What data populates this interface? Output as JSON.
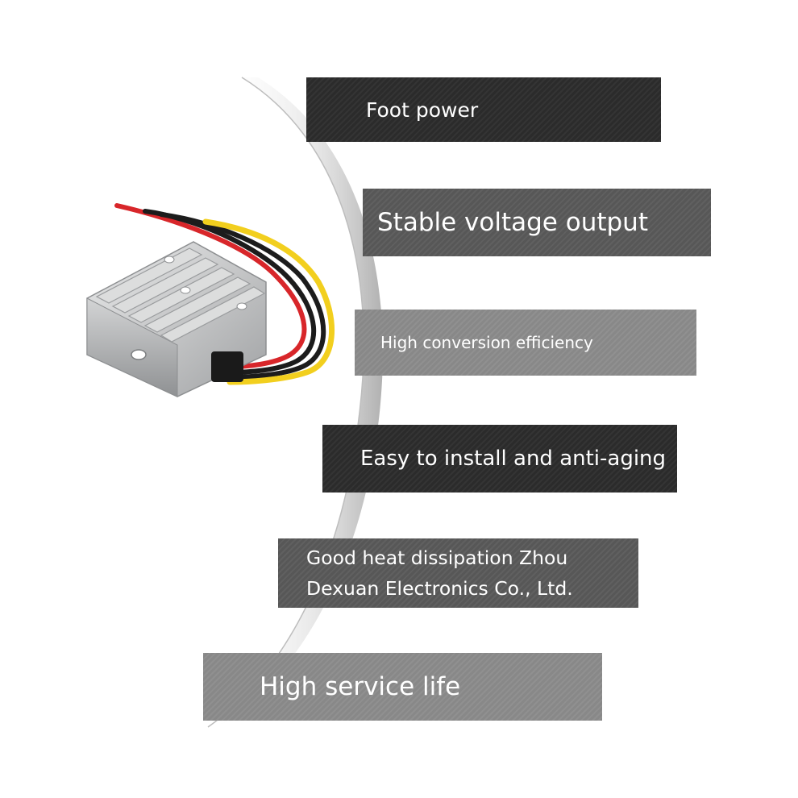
{
  "features": [
    {
      "label": "Foot power"
    },
    {
      "label": "Stable voltage output"
    },
    {
      "label": "High conversion efficiency"
    },
    {
      "label": "Easy to install and anti-aging"
    },
    {
      "label_line1": "Good heat dissipation Zhou",
      "label_line2": "Dexuan Electronics Co., Ltd."
    },
    {
      "label": "High service life"
    }
  ],
  "product": {
    "name": "dc-dc-converter-module",
    "wire_colors": [
      "#d8262a",
      "#1c1c1c",
      "#1c1c1c",
      "#f2cf1e"
    ],
    "housing_color": "#c9cacb"
  },
  "colors": {
    "banner_dark": "#2b2b2b",
    "banner_mid": "#575757",
    "banner_light": "#888888",
    "arc_shadow": "#a9a9a9"
  }
}
